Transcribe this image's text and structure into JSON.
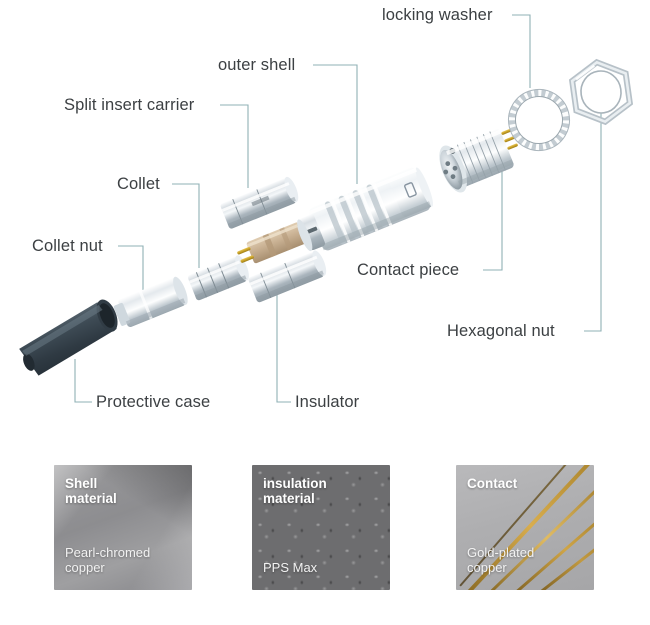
{
  "diagram": {
    "title_present": false,
    "callouts": [
      {
        "id": "locking-washer",
        "label": "locking washer"
      },
      {
        "id": "outer-shell",
        "label": "outer shell"
      },
      {
        "id": "split-insert-carrier",
        "label": "Split insert carrier"
      },
      {
        "id": "collet",
        "label": "Collet"
      },
      {
        "id": "collet-nut",
        "label": "Collet nut"
      },
      {
        "id": "contact-piece",
        "label": "Contact piece"
      },
      {
        "id": "hexagonal-nut",
        "label": "Hexagonal nut"
      },
      {
        "id": "protective-case",
        "label": "Protective case"
      },
      {
        "id": "insulator",
        "label": "Insulator"
      }
    ],
    "leader_color": "#8fb0b5",
    "label_color": "#3c4043"
  },
  "material_cards": [
    {
      "id": "shell-material",
      "title": "Shell\nmaterial",
      "value": "Pearl-chromed\ncopper",
      "texture": "brushed-metal",
      "base_color": "#949496"
    },
    {
      "id": "insulation-material",
      "title": "insulation\nmaterial",
      "value": "PPS Max",
      "texture": "granulate",
      "base_color": "#6d6d6f"
    },
    {
      "id": "contact-material",
      "title": "Contact",
      "value": "Gold-plated\ncopper",
      "texture": "gold-rods",
      "base_color": "#aeaeb0"
    }
  ],
  "palette": {
    "background": "#ffffff",
    "protective_case": "#3a4650",
    "chrome_light": "#e8ecef",
    "chrome_mid": "#b9c2c8",
    "chrome_dark": "#7d8a92",
    "insulator_tan": "#c3ab8e",
    "gold_pin": "#c9a227"
  }
}
